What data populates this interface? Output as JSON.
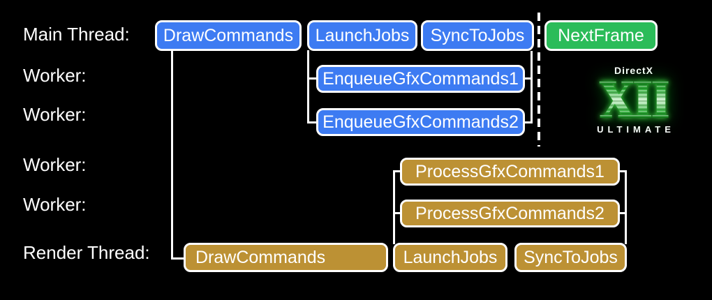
{
  "colors": {
    "background": "#000000",
    "box_blue": "#3d7bf2",
    "box_gold": "#bc9134",
    "box_green": "#2bbc59",
    "line_white": "#ffffff"
  },
  "thread_labels": [
    {
      "label": "Main Thread:"
    },
    {
      "label": "Worker:"
    },
    {
      "label": "Worker:"
    },
    {
      "label": "Worker:"
    },
    {
      "label": "Worker:"
    },
    {
      "label": "Render Thread:"
    }
  ],
  "main_thread": {
    "draw_commands": "DrawCommands",
    "launch_jobs": "LaunchJobs",
    "sync_to_jobs": "SyncToJobs",
    "next_frame": "NextFrame"
  },
  "workers": {
    "enqueue_gfx_commands_1": "EnqueueGfxCommands1",
    "enqueue_gfx_commands_2": "EnqueueGfxCommands2",
    "process_gfx_commands_1": "ProcessGfxCommands1",
    "process_gfx_commands_2": "ProcessGfxCommands2"
  },
  "render_thread": {
    "draw_commands": "DrawCommands",
    "launch_jobs": "LaunchJobs",
    "sync_to_jobs": "SyncToJobs"
  },
  "logo": {
    "brand": "DirectX",
    "numeral": "XII",
    "edition": "ULTIMATE"
  }
}
